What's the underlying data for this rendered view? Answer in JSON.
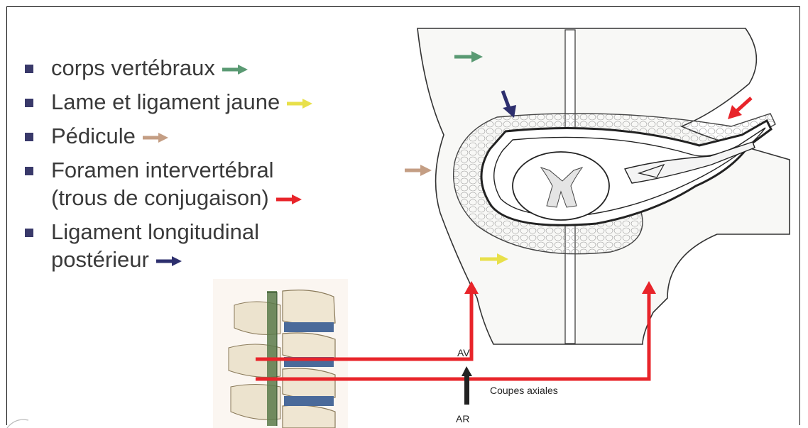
{
  "legend": [
    {
      "lines": [
        "corps vertébraux"
      ],
      "arrow_color": "#5a9a73"
    },
    {
      "lines": [
        "Lame et ligament jaune"
      ],
      "arrow_color": "#e8e04a"
    },
    {
      "lines": [
        "Pédicule"
      ],
      "arrow_color": "#c49e84"
    },
    {
      "lines": [
        "Foramen intervertébral",
        "(trous de conjugaison)"
      ],
      "arrow_color": "#e8242a"
    },
    {
      "lines": [
        "Ligament longitudinal",
        "postérieur"
      ],
      "arrow_color": "#2d2f6e"
    }
  ],
  "labels": {
    "anterior": "AV",
    "posterior": "AR",
    "axial_cuts": "Coupes axiales"
  },
  "colors": {
    "cut_lines": "#e8242a",
    "bullet": "#39396a",
    "text": "#3a3a3a"
  }
}
